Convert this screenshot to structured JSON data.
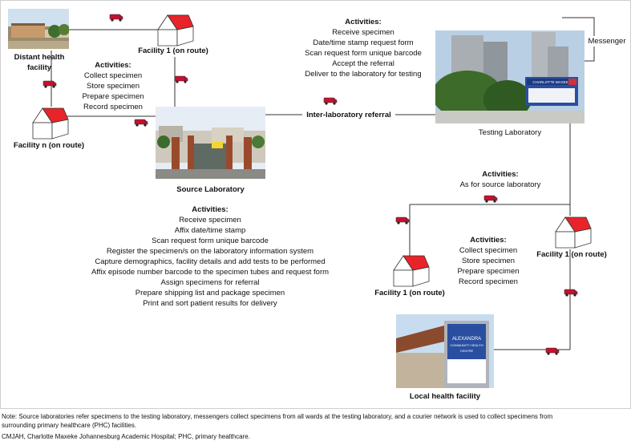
{
  "nodes": {
    "distant_facility": {
      "label": "Distant health facility"
    },
    "facility_1_top": {
      "label": "Facility 1 (on route)"
    },
    "facility_n": {
      "label": "Facility n (on route)"
    },
    "source_lab": {
      "label": "Source Laboratory"
    },
    "testing_lab": {
      "label": "Testing Laboratory"
    },
    "messenger": {
      "label": "Messenger"
    },
    "facility_1_right": {
      "label": "Facility 1 (on route)"
    },
    "facility_1_left": {
      "label": "Facility 1 (on route)"
    },
    "local_facility": {
      "label": "Local health facility"
    }
  },
  "edges": {
    "inter_lab": {
      "label": "Inter-laboratory referral"
    }
  },
  "activity_blocks": {
    "route_top": {
      "title": "Activities:",
      "items": [
        "Collect specimen",
        "Store specimen",
        "Prepare specimen",
        "Record specimen"
      ]
    },
    "testing": {
      "title": "Activities:",
      "items": [
        "Receive specimen",
        "Date/time stamp request form",
        "Scan request form unique barcode",
        "Accept the referral",
        "Deliver to the laboratory for testing"
      ]
    },
    "source": {
      "title": "Activities:",
      "items": [
        "Receive specimen",
        "Affix date/time stamp",
        "Scan request form unique barcode",
        "Register the specimen/s on the laboratory information system",
        "Capture demographics, facility details and add tests to be performed",
        "Affix episode number barcode to the specimen tubes and request form",
        "Assign specimens for referral",
        "Prepare shipping list and package specimen",
        "Print and sort patient results for delivery"
      ]
    },
    "as_source": {
      "title": "Activities:",
      "items": [
        "As for source laboratory"
      ]
    },
    "route_bottom": {
      "title": "Activities:",
      "items": [
        "Collect specimen",
        "Store specimen",
        "Prepare specimen",
        "Record specimen"
      ]
    }
  },
  "photo_text": {
    "testing_sign": "CHARLOTTE MAXEKE",
    "local_sign_line1": "ALEXANDRA",
    "local_sign_line2": "COMMUNITY HEALTH",
    "local_sign_line3": "CENTRE"
  },
  "notes": {
    "line1": "Note: Source laboratories refer specimens to the testing laboratory, messengers collect specimens from all wards at the testing laboratory, and a courier network is used to collect specimens from",
    "line2": "surrounding primary healthcare (PHC) facilities.",
    "line3": "CMJAH, Charlotte Maxeke Johannesburg Academic Hospital; PHC, primary healthcare."
  },
  "colors": {
    "roof": "#e8242a",
    "van": "#c8102e",
    "line": "#333333"
  }
}
